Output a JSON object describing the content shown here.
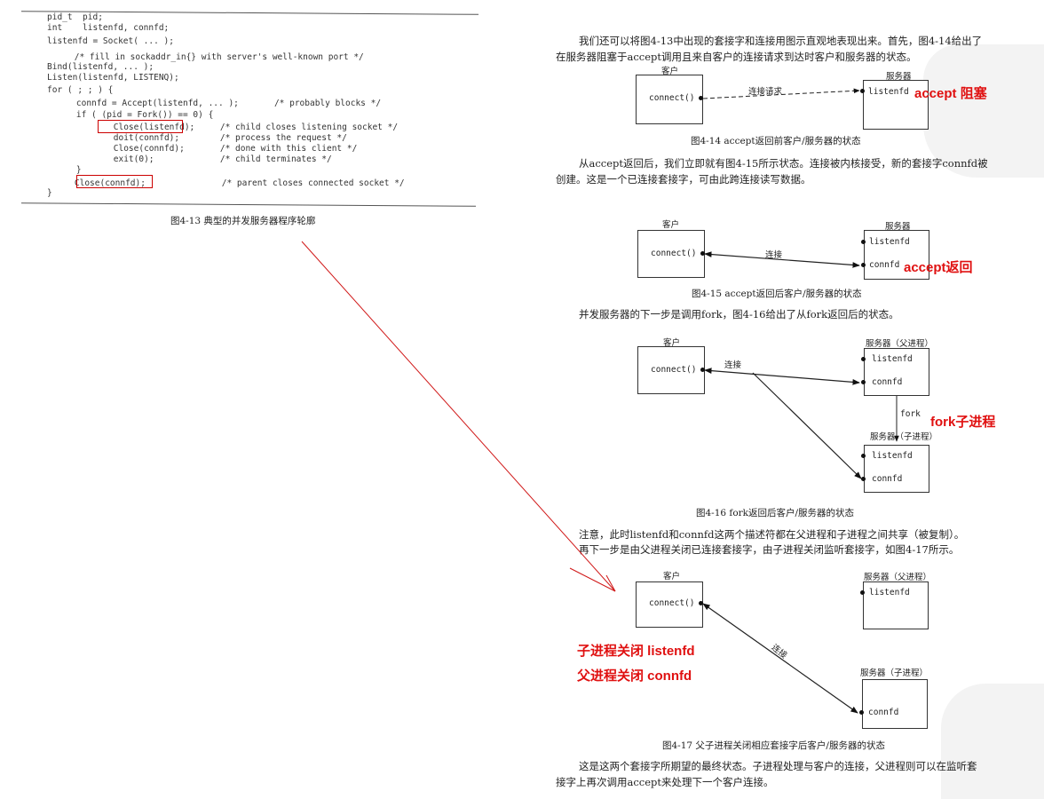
{
  "code": {
    "lines": [
      "pid_t  pid;",
      "int    listenfd, connfd;",
      "listenfd = Socket( ... );",
      "        /* fill in sockaddr_in{} with server's well-known port */",
      "Bind(listenfd, ... );",
      "Listen(listenfd, LISTENQ);",
      "for ( ; ; ) {",
      "    connfd = Accept(listenfd, ... );       /* probably blocks */",
      "    if ( (pid = Fork()) == 0) {",
      "        Close(listenfd);     /* child closes listening socket */",
      "        doit(connfd);        /* process the request */",
      "        Close(connfd);       /* done with this client */",
      "        exit(0);             /* child terminates */",
      "    }",
      "    Close(connfd);               /* parent closes connected socket */",
      "}"
    ],
    "caption": "图4-13   典型的并发服务器程序轮廓"
  },
  "para1": {
    "line1": "我们还可以将图4-13中出现的套接字和连接用图示直观地表现出来。首先，图4-14给出了",
    "line2": "在服务器阻塞于accept调用且来自客户的连接请求到达时客户和服务器的状态。"
  },
  "fig14": {
    "client_label": "客户",
    "server_label": "服务器",
    "connect": "connect()",
    "listenfd": "listenfd",
    "request": "连接请求",
    "annotation": "accept 阻塞",
    "caption": "图4-14   accept返回前客户/服务器的状态"
  },
  "para2": {
    "line1": "从accept返回后，我们立即就有图4-15所示状态。连接被内核接受，新的套接字connfd被",
    "line2": "创建。这是一个已连接套接字，可由此跨连接读写数据。"
  },
  "fig15": {
    "client_label": "客户",
    "server_label": "服务器",
    "connect": "connect()",
    "listenfd": "listenfd",
    "connfd": "connfd",
    "connection": "连接",
    "annotation": "accept返回",
    "caption": "图4-15   accept返回后客户/服务器的状态"
  },
  "para3": {
    "line1": "并发服务器的下一步是调用fork，图4-16给出了从fork返回后的状态。"
  },
  "fig16": {
    "client_label": "客户",
    "parent_label": "服务器（父进程）",
    "child_label": "服务器（子进程）",
    "connect": "connect()",
    "listenfd": "listenfd",
    "connfd": "connfd",
    "child_listenfd": "listenfd",
    "child_connfd": "connfd",
    "connection": "连接",
    "fork": "fork",
    "annotation": "fork子进程",
    "caption": "图4-16   fork返回后客户/服务器的状态"
  },
  "para4": {
    "line1": "注意，此时listenfd和connfd这两个描述符都在父进程和子进程之间共享（被复制）。",
    "line2": "再下一步是由父进程关闭已连接套接字，由子进程关闭监听套接字，如图4-17所示。"
  },
  "fig17": {
    "client_label": "客户",
    "parent_label": "服务器（父进程）",
    "child_label": "服务器（子进程）",
    "connect": "connect()",
    "listenfd": "listenfd",
    "connfd": "connfd",
    "connection": "连接",
    "annotation1": "子进程关闭 listenfd",
    "annotation2": "父进程关闭 connfd",
    "caption": "图4-17   父子进程关闭相应套接字后客户/服务器的状态"
  },
  "para5": {
    "line1": "这是这两个套接字所期望的最终状态。子进程处理与客户的连接，父进程则可以在监听套",
    "line2": "接字上再次调用accept来处理下一个客户连接。"
  },
  "colors": {
    "annotation": "#e01010",
    "text": "#222222"
  }
}
